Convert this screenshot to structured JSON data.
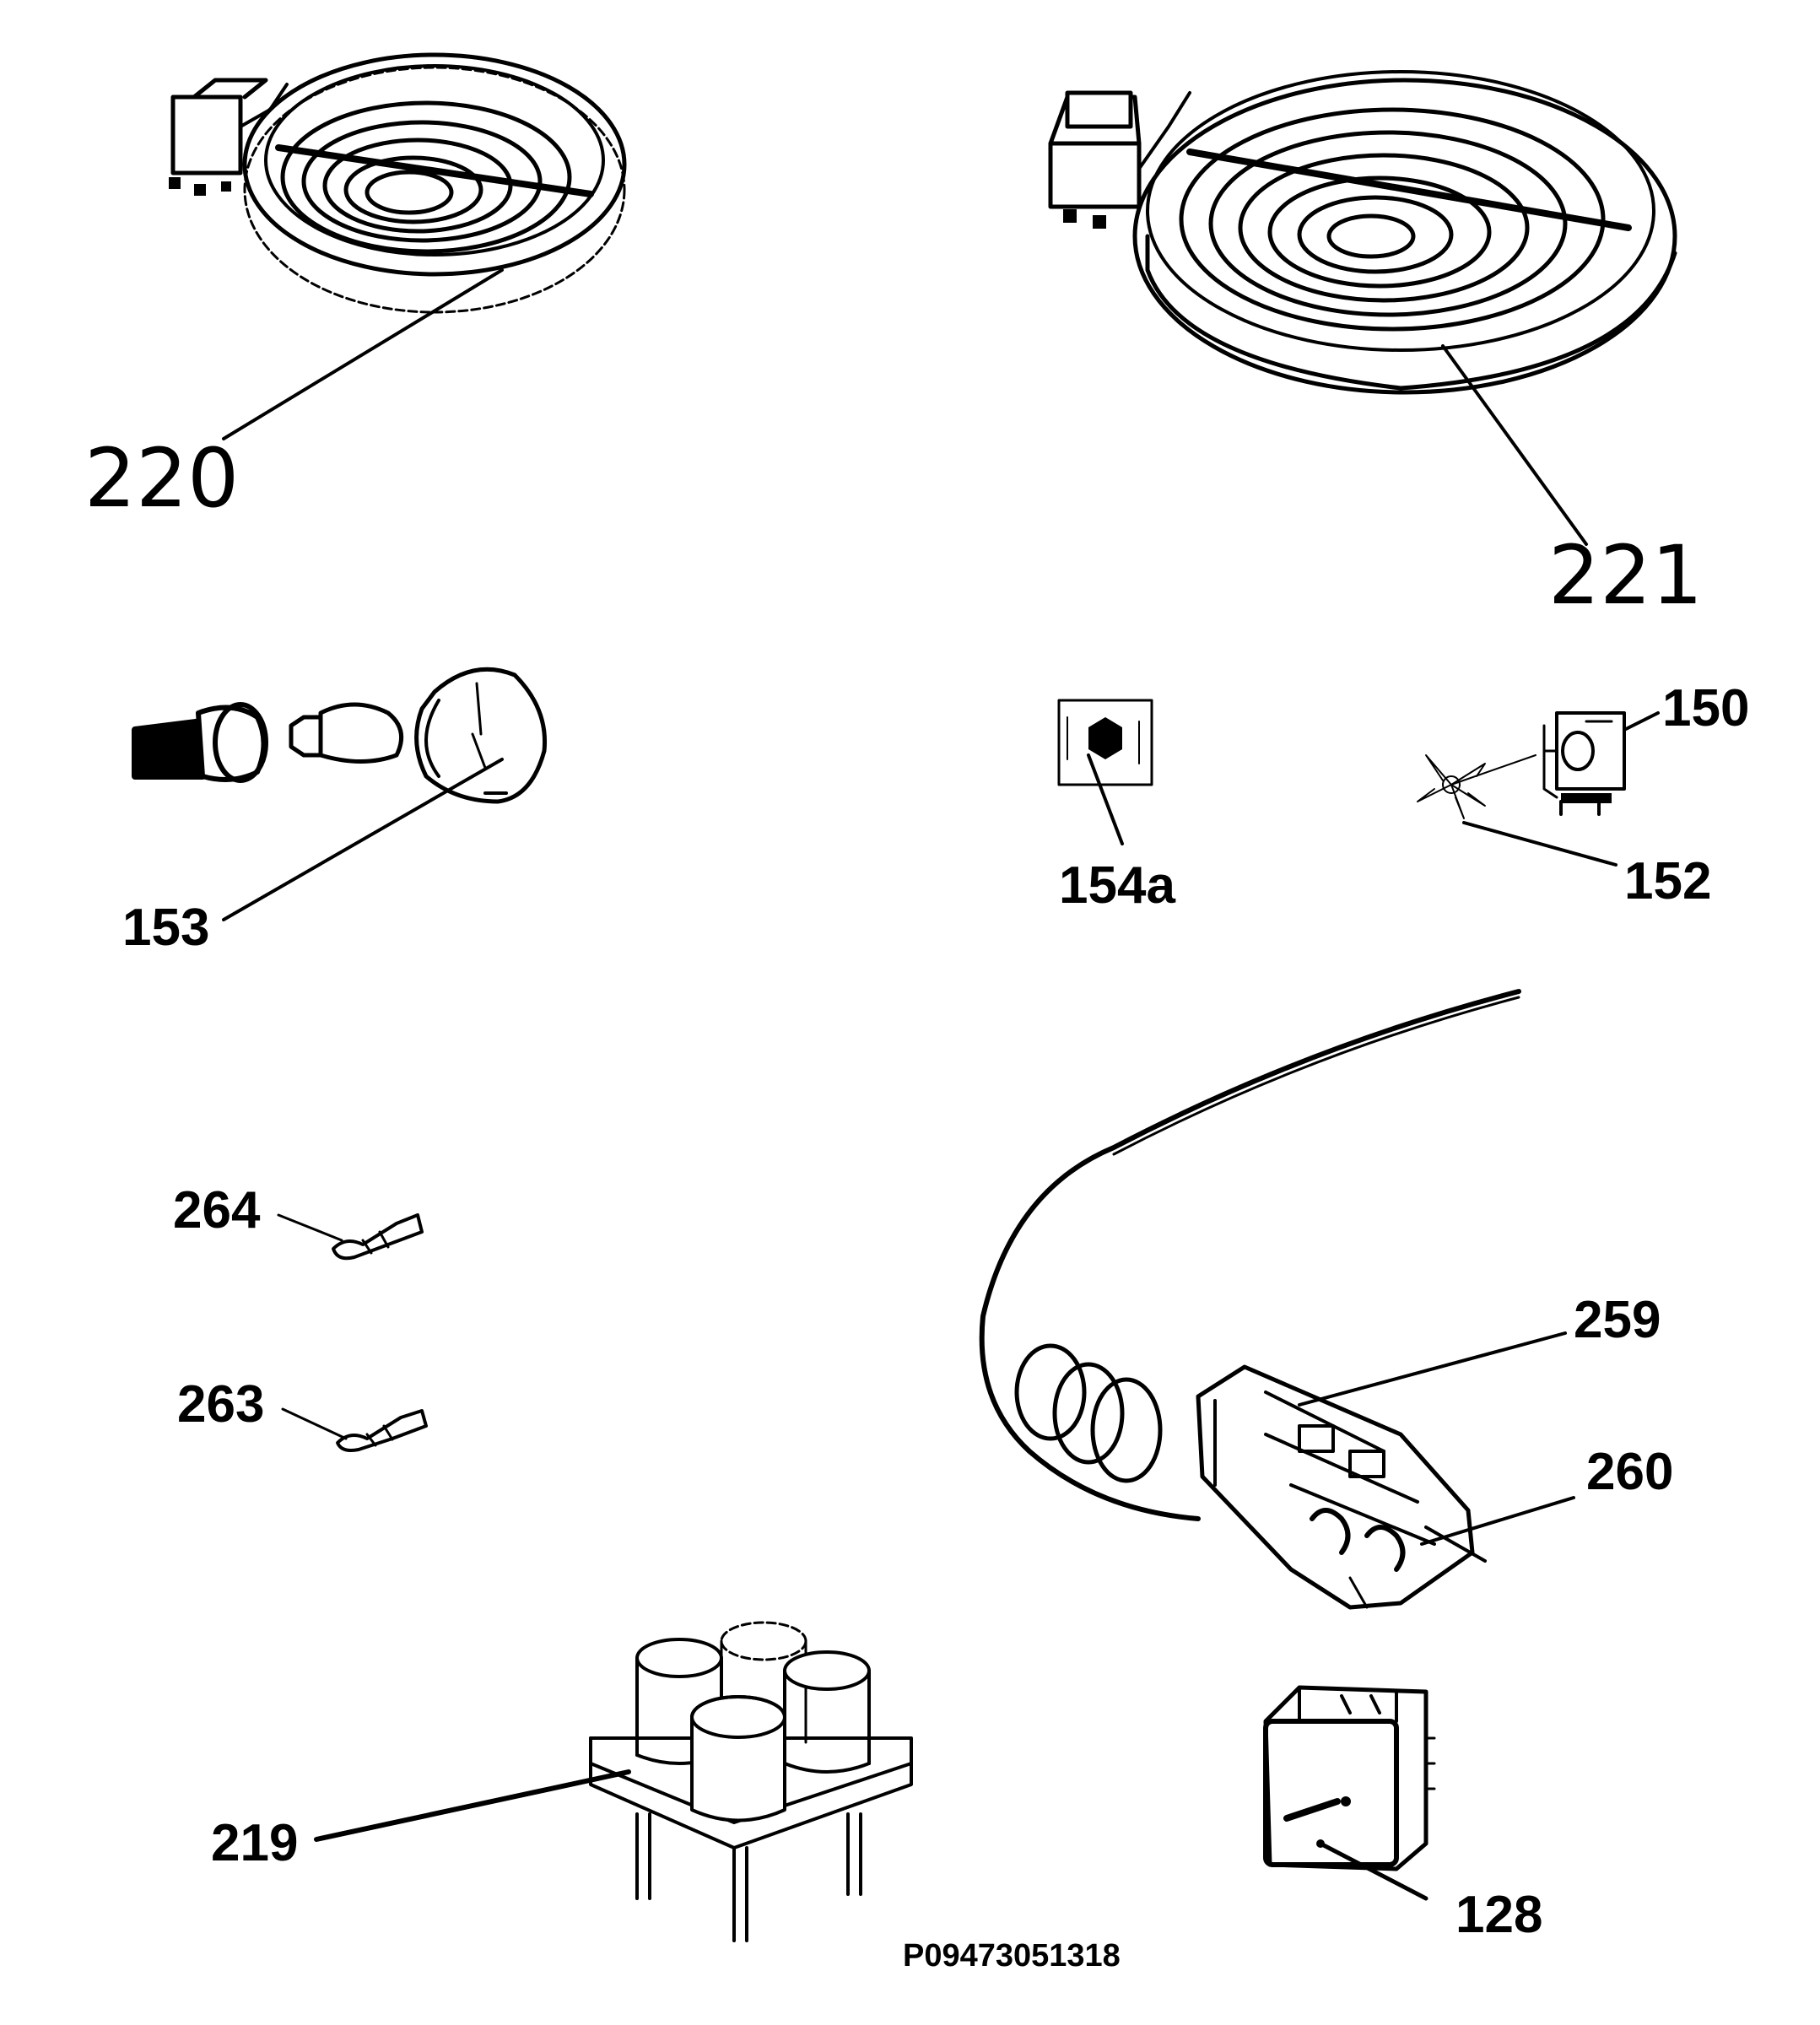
{
  "labels": {
    "p220": "220",
    "p221": "221",
    "p153": "153",
    "p154a": "154a",
    "p150": "150",
    "p152": "152",
    "p264": "264",
    "p263": "263",
    "p259": "259",
    "p260": "260",
    "p219": "219",
    "p128": "128"
  },
  "drawing_code": "P09473051318",
  "icons": [
    "hotplate-small-icon",
    "hotplate-large-icon",
    "oven-lamp-icon",
    "lamp-gasket-icon",
    "fan-motor-icon",
    "fan-blade-icon",
    "terminal-connector-icon",
    "thermostat-capillary-icon",
    "multi-switch-capacitor-icon",
    "energy-regulator-icon"
  ]
}
